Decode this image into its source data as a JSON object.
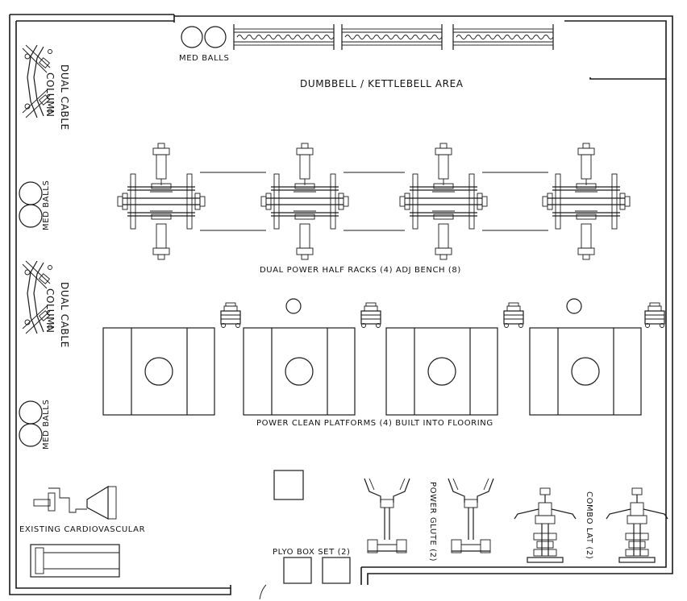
{
  "labels": {
    "med_balls_top": "MED BALLS",
    "dumbbell_area": "DUMBBELL / KETTLEBELL AREA",
    "dual_cable_line1": "DUAL CABLE",
    "dual_cable_line2": "COLUMN",
    "med_balls_side": "MED BALLS",
    "half_racks": "DUAL POWER HALF RACKS (4) ADJ BENCH (8)",
    "platforms": "POWER CLEAN PLATFORMS (4) BUILT INTO FLOORING",
    "cardio": "EXISTING CARDIOVASCULAR",
    "plyo": "PLYO BOX SET (2)",
    "power_glute": "POWER GLUTE (2)",
    "combo_lat": "COMBO LAT (2)"
  }
}
